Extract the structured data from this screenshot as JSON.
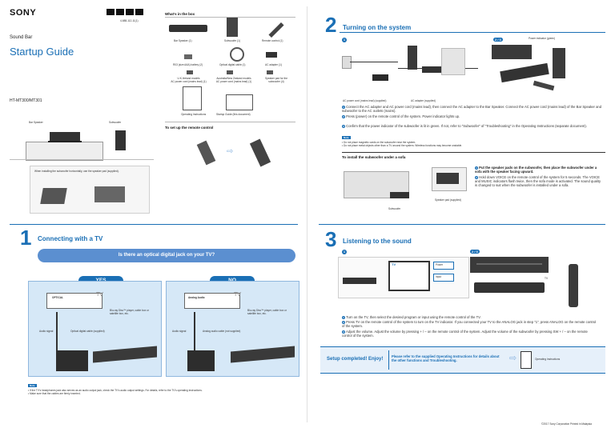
{
  "brand": "SONY",
  "doc_number": "4-688-112-11(1)",
  "product_type": "Sound Bar",
  "doc_title": "Startup Guide",
  "model": "HT-MT300/MT301",
  "box": {
    "heading": "What's in the box",
    "items": [
      "Bar Speaker (1)",
      "Subwoofer (1)",
      "Remote control (1)",
      "R03 (size AAA) battery (2)",
      "Optical digital cable (1)",
      "AC adapter (1)",
      "U.K./Ireland models\nAC power cord (mains lead) (1)",
      "Australia/New Zealand models\nAC power cord (mains lead) (1)",
      "Speaker pad for the subwoofer (4)",
      "Operating Instructions",
      "Startup Guide (this document)"
    ],
    "remote_heading": "To set up the remote control"
  },
  "placement": {
    "bar_label": "Bar Speaker",
    "sub_label": "Subwoofer",
    "note": "When installing the subwoofer horizontally, use the speaker pad (supplied)."
  },
  "step1": {
    "number": "1",
    "title": "Connecting with a TV",
    "question": "Is there an optical digital jack on your TV?",
    "yes": "YES",
    "no": "NO",
    "tv_label": "TV",
    "yes_device": "Blu-ray Disc™ player, cable box or satellite box, etc.",
    "no_device": "Blu-ray Disc™ player, cable box or satellite box, etc.",
    "yes_audio": "Audio signal",
    "yes_cable": "Optical digital cable (supplied)",
    "no_audio": "Audio signal",
    "no_cable": "Analog audio cable (not supplied)",
    "yes_jack": "OPTICAL",
    "no_jack": "Analog Audio",
    "note_tag": "Note",
    "notes": [
      "If the TV's headphones jack also serves as an audio output jack, check the TV's audio output settings. For details, refer to the TV's operating instructions.",
      "Make sure that the cables are firmly inserted."
    ]
  },
  "step2": {
    "number": "2",
    "title": "Turning on the system",
    "sub_a": "1",
    "sub_b": "2 / 3",
    "power_label": "Power indicator (green)",
    "cord_label": "AC power cord (mains lead) (supplied)",
    "adapter_label": "AC adapter (supplied)",
    "steps": [
      "Connect the AC adapter and AC power cord (mains lead), then connect the AC adapter to the Bar Speaker. Connect the AC power cord (mains lead) of the Bar Speaker and subwoofer to the AC outlets (mains).",
      "Press (power) on the remote control of the system. Power indicator lights up.",
      "Confirm that the power indicator of the subwoofer is lit in green. If not, refer to \"Subwoofer\" of \"Troubleshooting\" in the Operating Instructions (separate document)."
    ],
    "note_tag": "Note",
    "notes": [
      "Do not place magnetic cards on the subwoofer near the system.",
      "Do not place metal objects other than a TV around the system. Wireless functions may become unstable."
    ],
    "sofa_heading": "To install the subwoofer under a sofa",
    "sofa_sub_label": "Subwoofer",
    "sofa_pad_label": "Speaker pad (supplied)",
    "sofa_steps": [
      "Put the speaker pads on the subwoofer, then place the subwoofer under a sofa with the speaker facing upward.",
      "Hold down VOICE on the remote control of the system for 5 seconds. The VOICE and MUSIC indicators flash twice, then the sofa mode is activated. The sound quality is changed to suit when the subwoofer is installed under a sofa."
    ]
  },
  "step3": {
    "number": "3",
    "title": "Listening to the sound",
    "sub_a": "1",
    "sub_b": "2 / 3",
    "tv_label": "TV",
    "power_label": "Power",
    "input_label": "Input",
    "tv_side": "TV",
    "steps": [
      "Turn on the TV, then select the desired program or input using the remote control of the TV.",
      "Press TV on the remote control of the system to turn on the TV indicator. If you connected your TV to the ANALOG jack in step \"1\", press ANALOG on the remote control of the system.",
      "Adjust the volume. Adjust the volume by pressing + / – on the remote control of the system. Adjust the volume of the subwoofer by pressing SW + / – on the remote control of the system."
    ]
  },
  "completed": {
    "heading": "Setup completed! Enjoy!",
    "text": "Please refer to the supplied Operating Instructions for details about the other functions and Troubleshooting.",
    "doc_label": "Operating Instructions"
  },
  "copyright": "©2017 Sony Corporation   Printed in Malaysia"
}
